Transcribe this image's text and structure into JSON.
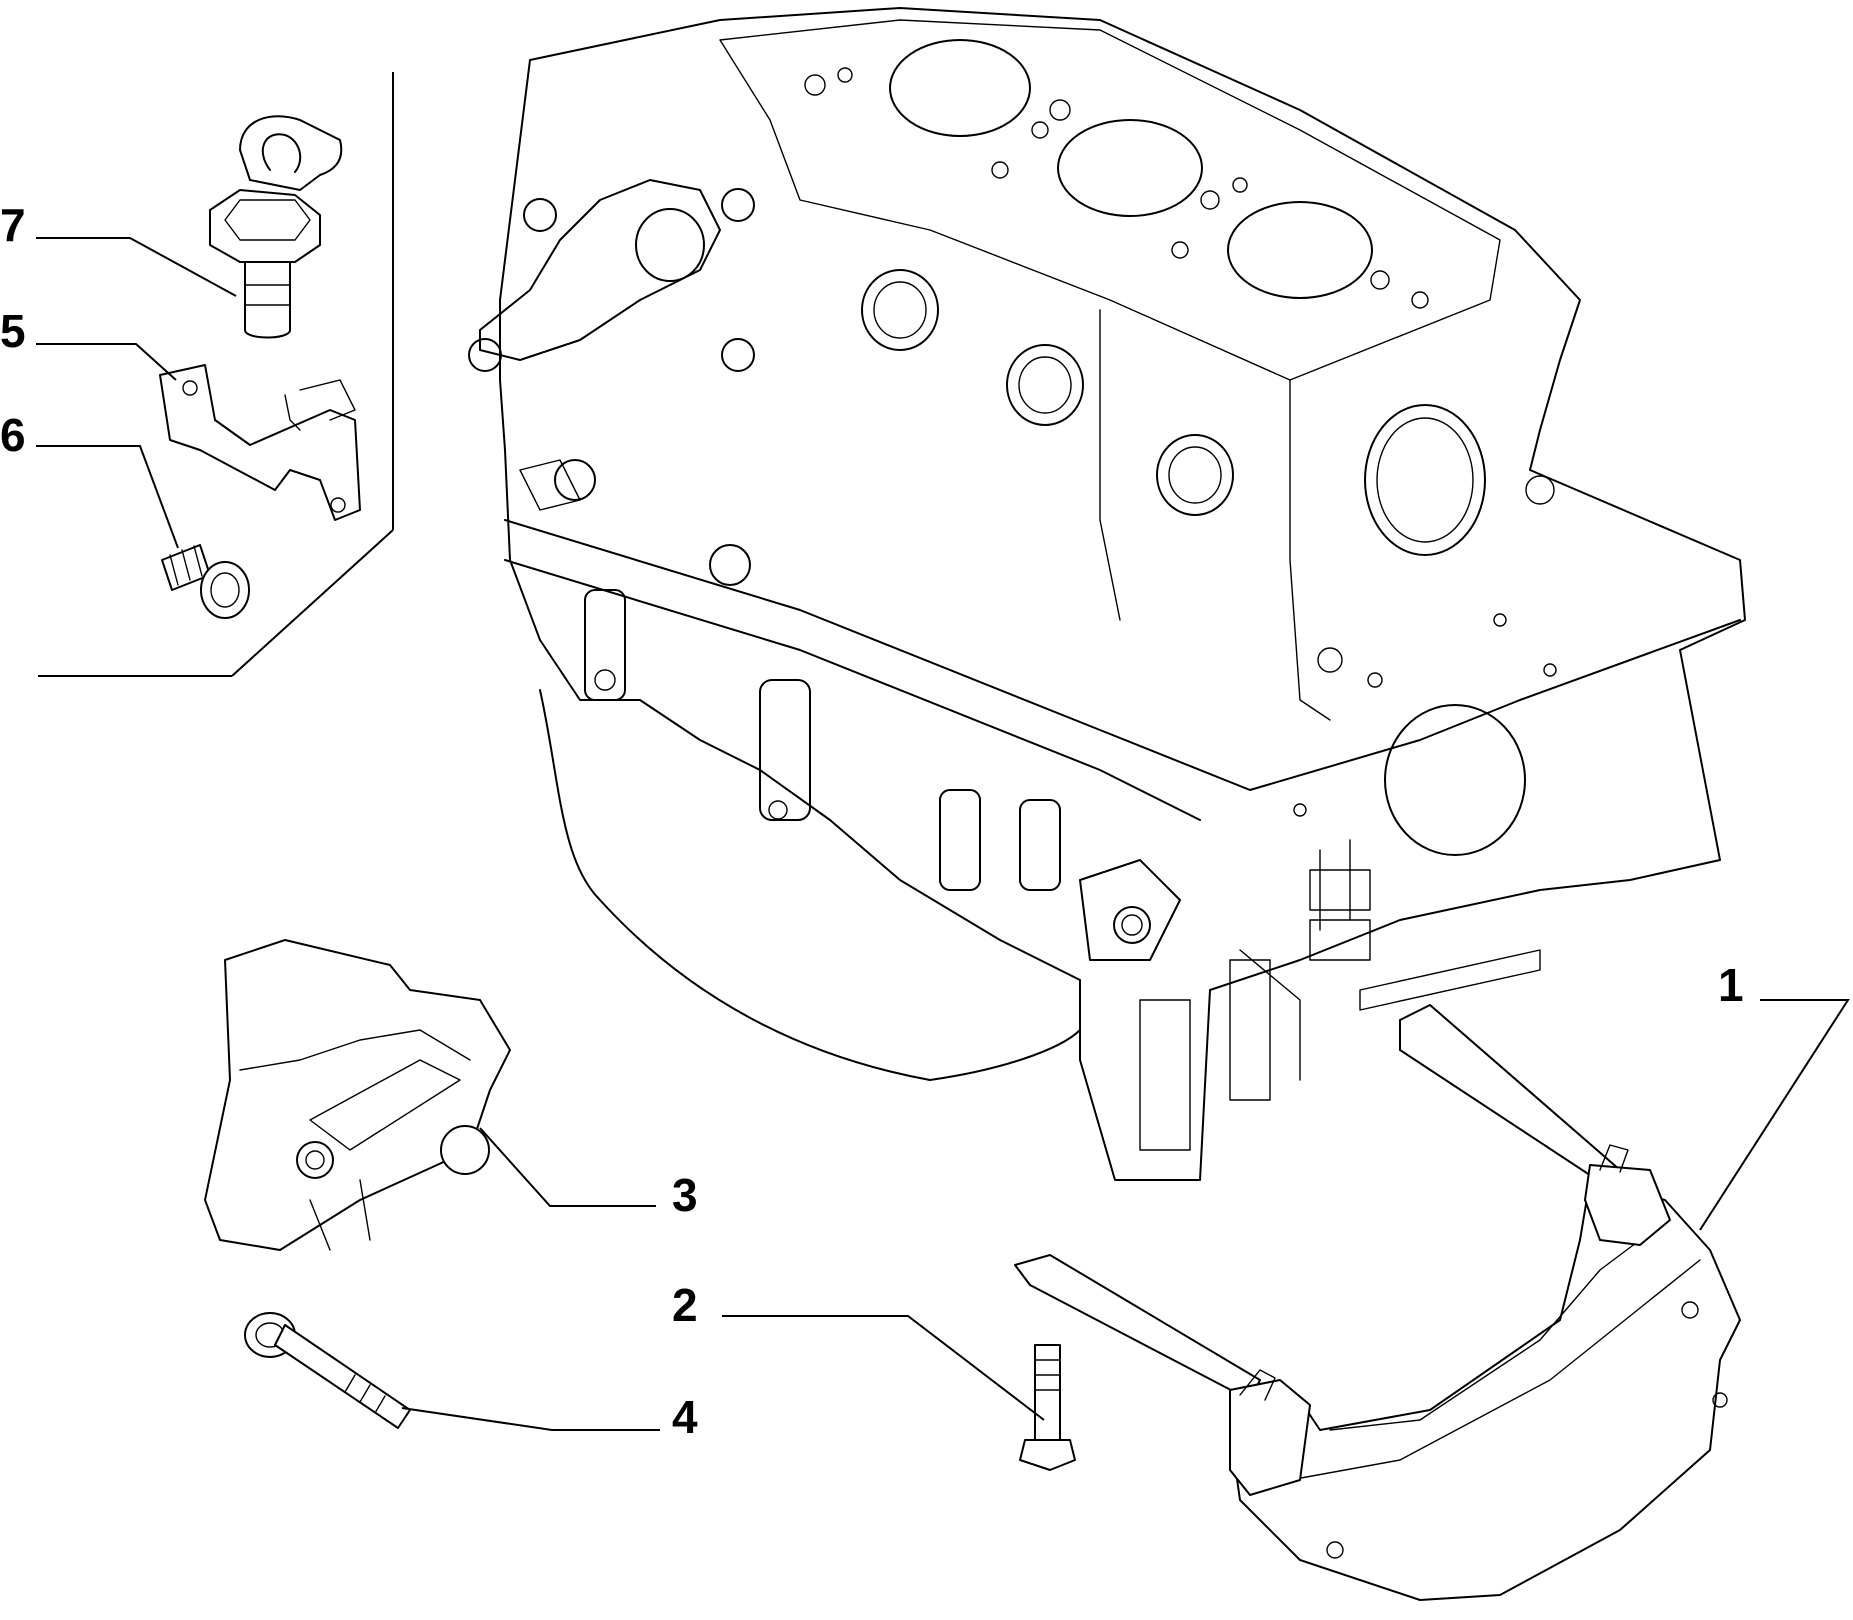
{
  "diagram": {
    "callouts": [
      {
        "id": "7",
        "label": "7"
      },
      {
        "id": "5",
        "label": "5"
      },
      {
        "id": "6",
        "label": "6"
      },
      {
        "id": "1",
        "label": "1"
      },
      {
        "id": "3",
        "label": "3"
      },
      {
        "id": "2",
        "label": "2"
      },
      {
        "id": "4",
        "label": "4"
      }
    ]
  }
}
